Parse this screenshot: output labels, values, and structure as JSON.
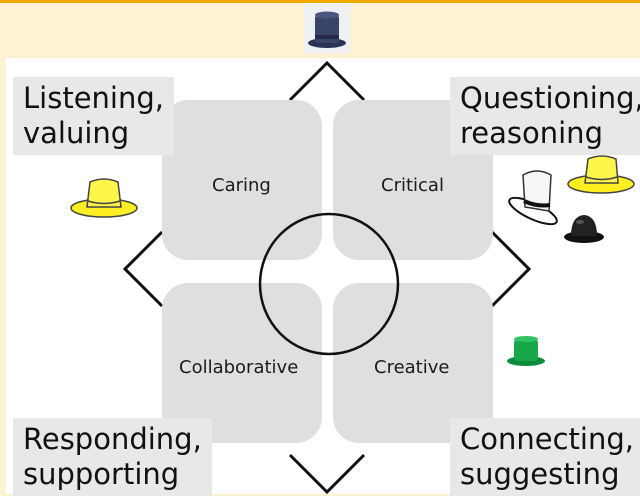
{
  "quadrants": {
    "top_left": "Caring",
    "top_right": "Critical",
    "bottom_left": "Collaborative",
    "bottom_right": "Creative"
  },
  "corners": {
    "top_left_line1": "Listening,",
    "top_left_line2": "valuing",
    "top_right_line1": "Questioning,",
    "top_right_line2": "reasoning",
    "bottom_left_line1": "Responding,",
    "bottom_left_line2": "supporting",
    "bottom_right_line1": "Connecting,",
    "bottom_right_line2": "suggesting"
  },
  "hats": {
    "top": "blue-hat-icon",
    "left": "yellow-hat-icon",
    "right_cluster": [
      "white-hat-icon",
      "yellow-hat-icon",
      "black-hat-icon"
    ],
    "right_lower": "green-hat-icon"
  },
  "colors": {
    "background": "#fdf3d2",
    "accent": "#f2a900",
    "quadrant": "#dcdcdc"
  }
}
